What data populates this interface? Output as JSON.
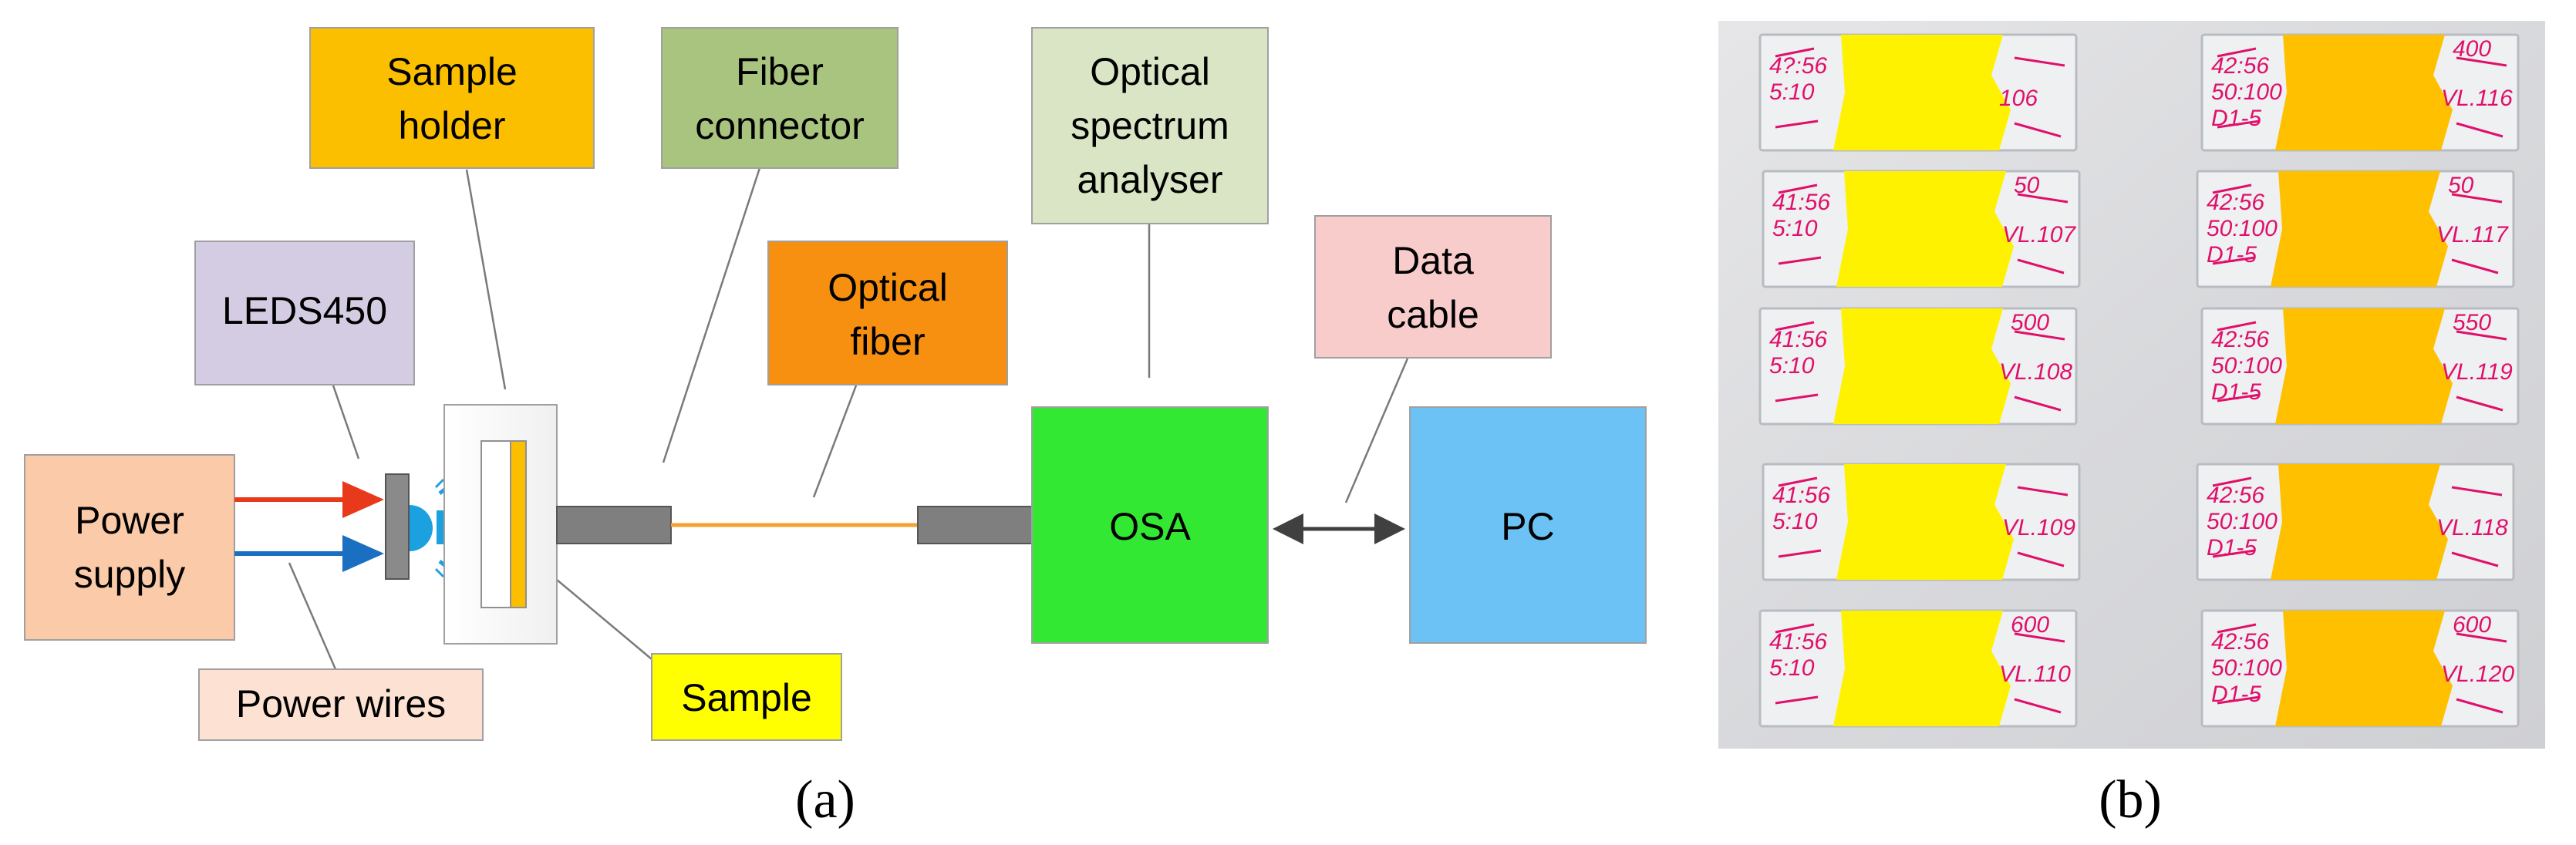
{
  "panel_a": {
    "caption": "(a)",
    "labels": {
      "sample_holder": [
        "Sample",
        "holder"
      ],
      "fiber_connector": [
        "Fiber",
        "connector"
      ],
      "optical_spectrum_analyser": [
        "Optical",
        "spectrum",
        "analyser"
      ],
      "leds450": "LEDS450",
      "optical_fiber": [
        "Optical",
        "fiber"
      ],
      "data_cable": [
        "Data",
        "cable"
      ],
      "power_supply": [
        "Power",
        "supply"
      ],
      "power_wires": "Power wires",
      "sample": "Sample",
      "osa": "OSA",
      "pc": "PC"
    },
    "colors": {
      "sample_holder": "#fbbf00",
      "fiber_connector": "#a9c47f",
      "optical_spectrum_analyser": "#d9e5c4",
      "leds450": "#d4cce3",
      "optical_fiber": "#f79010",
      "data_cable": "#f9cccc",
      "power_supply": "#fbcaa8",
      "power_wires": "#fde2d3",
      "sample": "#ffff00",
      "osa": "#33e833",
      "pc": "#6cc2f5",
      "wire_red": "#e8391d",
      "wire_blue": "#1a6fc0",
      "fiber_line": "#f5a030",
      "connector": "#7f7f7f",
      "led_light": "#1ba0e0"
    }
  },
  "panel_b": {
    "caption": "(b)",
    "left_column_slides": [
      {
        "left": [
          "4?:56",
          "5:10"
        ],
        "right_top": "",
        "right": "106"
      },
      {
        "left": [
          "41:56",
          "5:10"
        ],
        "right_top": "50",
        "right": "VL.107"
      },
      {
        "left": [
          "41:56",
          "5:10"
        ],
        "right_top": "500",
        "right": "VL.108"
      },
      {
        "left": [
          "41:56",
          "5:10"
        ],
        "right_top": "",
        "right": "VL.109"
      },
      {
        "left": [
          "41:56",
          "5:10"
        ],
        "right_top": "600",
        "right": "VL.110"
      }
    ],
    "right_column_slides": [
      {
        "left": [
          "42:56",
          "50:100",
          "D1-5"
        ],
        "right_top": "400",
        "right": "VL.116"
      },
      {
        "left": [
          "42:56",
          "50:100",
          "D1-5"
        ],
        "right_top": "50",
        "right": "VL.117"
      },
      {
        "left": [
          "42:56",
          "50:100",
          "D1-5"
        ],
        "right_top": "550",
        "right": "VL.119"
      },
      {
        "left": [
          "42:56",
          "50:100",
          "D1-5"
        ],
        "right_top": "",
        "right": "VL.118"
      },
      {
        "left": [
          "42:56",
          "50:100",
          "D1-5"
        ],
        "right_top": "600",
        "right": "VL.120"
      }
    ],
    "colors": {
      "background": "#dcdcde",
      "glass": "#eef0f2",
      "film_left_column": "#fff200",
      "film_right_column": "#ffc000",
      "ink": "#e0106a"
    }
  }
}
